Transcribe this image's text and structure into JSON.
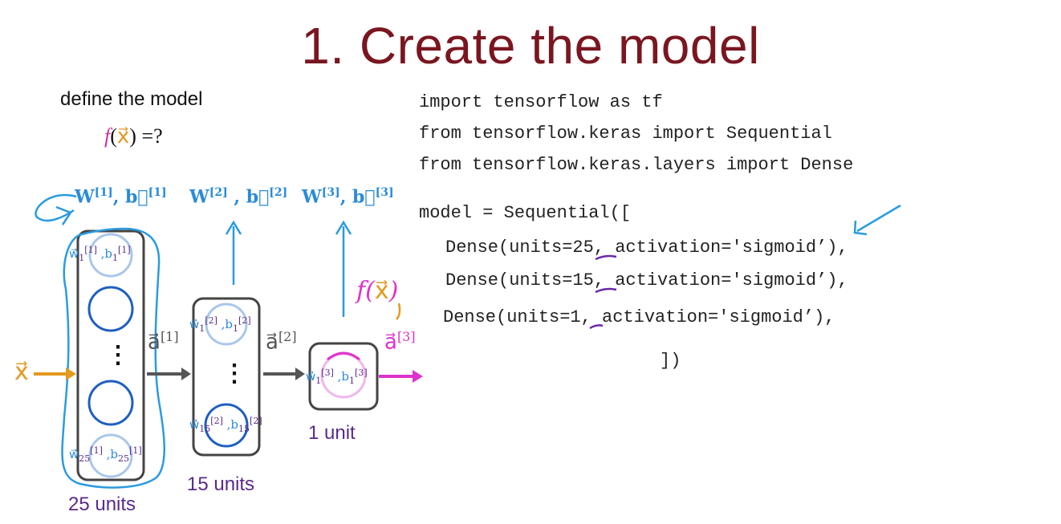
{
  "slide": {
    "title": "1. Create the model",
    "subtitle": "define the model",
    "question": {
      "f": "f",
      "open": "(",
      "x": "x⃗",
      "close": ") =?"
    }
  },
  "code": {
    "lines": [
      "import tensorflow as tf",
      "from tensorflow.keras import Sequential",
      "from tensorflow.keras.layers import Dense",
      "model = Sequential([",
      "Dense(units=25, activation='sigmoid’),",
      "Dense(units=15, activation='sigmoid’),",
      "Dense(units=1, activation='sigmoid’),",
      "])"
    ]
  },
  "diagram": {
    "input_label": "x⃗",
    "layers": [
      {
        "params": "W",
        "sup": "[1]",
        "b": "b⃗",
        "bsup": "[1]",
        "units_label": "25 units",
        "top_neuron": {
          "w": "w⃗",
          "sub": "1",
          "sup": "[1]",
          "b": "b",
          "bsub": "1",
          "bsup": "[1]"
        },
        "bottom_neuron": {
          "w": "w⃗",
          "sub": "25",
          "sup": "[1]",
          "b": "b",
          "bsub": "25",
          "bsup": "[1]"
        },
        "activation": "a⃗",
        "act_sup": "[1]"
      },
      {
        "params": "W",
        "sup": "[2]",
        "b": "b⃗",
        "bsup": "[2]",
        "units_label": "15 units",
        "top_neuron": {
          "w": "w⃗",
          "sub": "1",
          "sup": "[2]",
          "b": "b",
          "bsub": "1",
          "bsup": "[2]"
        },
        "bottom_neuron": {
          "w": "w⃗",
          "sub": "15",
          "sup": "[2]",
          "b": "b",
          "bsub": "15",
          "bsup": "[2]"
        },
        "activation": "a⃗",
        "act_sup": "[2]"
      },
      {
        "params": "W",
        "sup": "[3]",
        "b": "b⃗",
        "bsup": "[3]",
        "units_label": "1 unit",
        "top_neuron": {
          "w": "w⃗",
          "sub": "1",
          "sup": "[3]",
          "b": "b",
          "bsub": "1",
          "bsup": "[3]"
        },
        "activation": "a⃗",
        "act_sup": "[3]"
      }
    ],
    "ellipsis": "⋮",
    "output_annotation": {
      "f": "f(",
      "x": "x⃗",
      "close": ")"
    },
    "colors": {
      "input": "#e39a1e",
      "params": "#2a8bd8",
      "output": "#dd33cc",
      "ink": "#2a9be0",
      "box": "#444444",
      "neuron": "#1f5fc0"
    }
  }
}
